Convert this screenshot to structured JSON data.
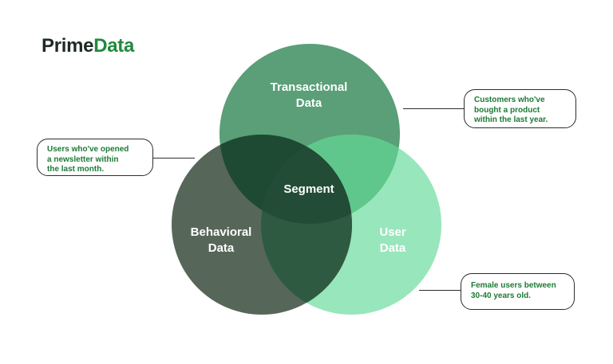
{
  "logo": {
    "prime": "Prime",
    "data": "Data"
  },
  "diagram": {
    "circles": {
      "transactional": {
        "line1": "Transactional",
        "line2": "Data",
        "color": "#5a9f77"
      },
      "behavioral": {
        "line1": "Behavioral",
        "line2": "Data",
        "color": "#566659"
      },
      "user": {
        "line1": "User",
        "line2": "Data",
        "color": "#98e6bb"
      }
    },
    "overlaps": {
      "transactional_behavioral": "#1e4a33",
      "transactional_user": "#5fc78b",
      "behavioral_user": "#2f5a42",
      "center": "#224c36"
    },
    "center_label": "Segment"
  },
  "callouts": {
    "behavioral": {
      "lines": [
        "Users who've opened",
        "a newsletter within",
        "the last month."
      ]
    },
    "transactional": {
      "lines": [
        "Customers who've",
        "bought a product",
        "within the last year."
      ]
    },
    "user": {
      "lines": [
        "Female users between",
        "30-40 years old."
      ]
    }
  }
}
